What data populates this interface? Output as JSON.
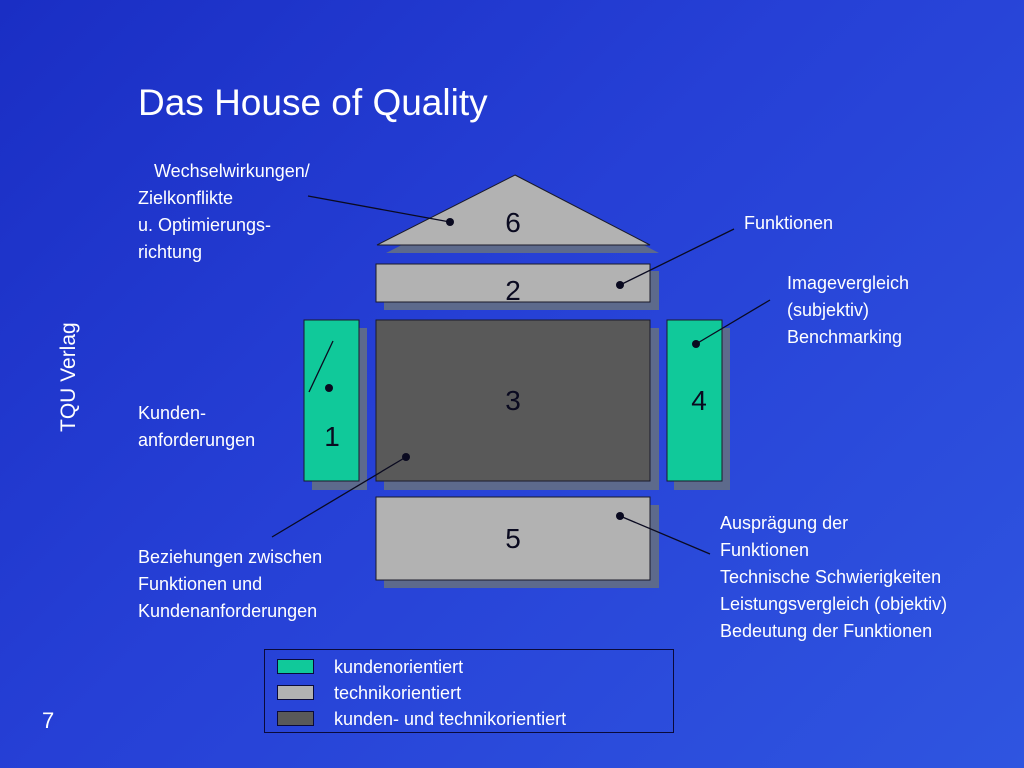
{
  "title": "Das House of Quality",
  "side_label": "TQU Verlag",
  "page_number": "7",
  "colors": {
    "customer": "#10c99a",
    "technical": "#b2b2b2",
    "both": "#595959",
    "shadow": "#5d6a8c"
  },
  "house": {
    "roof": "6",
    "bar": "2",
    "center": "3",
    "left": "1",
    "right": "4",
    "bottom": "5"
  },
  "labels": {
    "wechsel": [
      "Wechselwirkungen/",
      "Zielkonflikte",
      "u. Optimierungs-",
      "richtung"
    ],
    "funktionen": [
      "Funktionen"
    ],
    "image": [
      "Imagevergleich",
      "(subjektiv)",
      "Benchmarking"
    ],
    "kunden": [
      "Kunden-",
      "anforderungen"
    ],
    "beziehungen": [
      "Beziehungen zwischen",
      "Funktionen und",
      "Kundenanforderungen"
    ],
    "auspraegung": [
      "Ausprägung der",
      "Funktionen",
      "Technische Schwierigkeiten",
      "Leistungsvergleich (objektiv)",
      "Bedeutung der Funktionen"
    ]
  },
  "legend": [
    {
      "label": "kundenorientiert",
      "color": "#10c99a"
    },
    {
      "label": "technikorientiert",
      "color": "#b2b2b2"
    },
    {
      "label": "kunden- und technikorientiert",
      "color": "#595959"
    }
  ]
}
